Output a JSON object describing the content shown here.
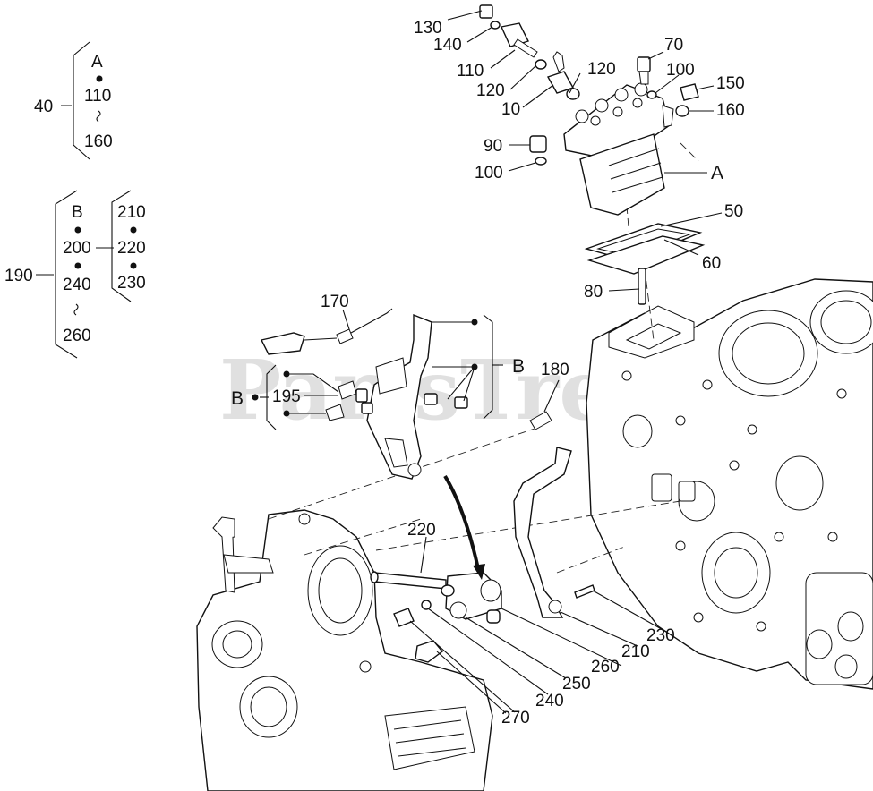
{
  "watermark": "PartsTree",
  "callouts": {
    "c130": "130",
    "c140": "140",
    "c110": "110",
    "c120a": "120",
    "c120b": "120",
    "c10": "10",
    "c70": "70",
    "c100a": "100",
    "c150": "150",
    "c160": "160",
    "c90": "90",
    "c100b": "100",
    "cA": "A",
    "c50": "50",
    "c60": "60",
    "c80": "80",
    "c170": "170",
    "cB1": "B",
    "cB2": "B",
    "c195": "195",
    "c180": "180",
    "c220": "220",
    "c230": "230",
    "c210": "210",
    "c260": "260",
    "c250": "250",
    "c240": "240",
    "c270": "270"
  },
  "legend_a": {
    "group": "40",
    "items": [
      "A",
      "110",
      "160"
    ]
  },
  "legend_b": {
    "group": "190",
    "left": [
      "B",
      "200",
      "240",
      "260"
    ],
    "sub_ref": "200",
    "right": [
      "210",
      "220",
      "230"
    ]
  }
}
